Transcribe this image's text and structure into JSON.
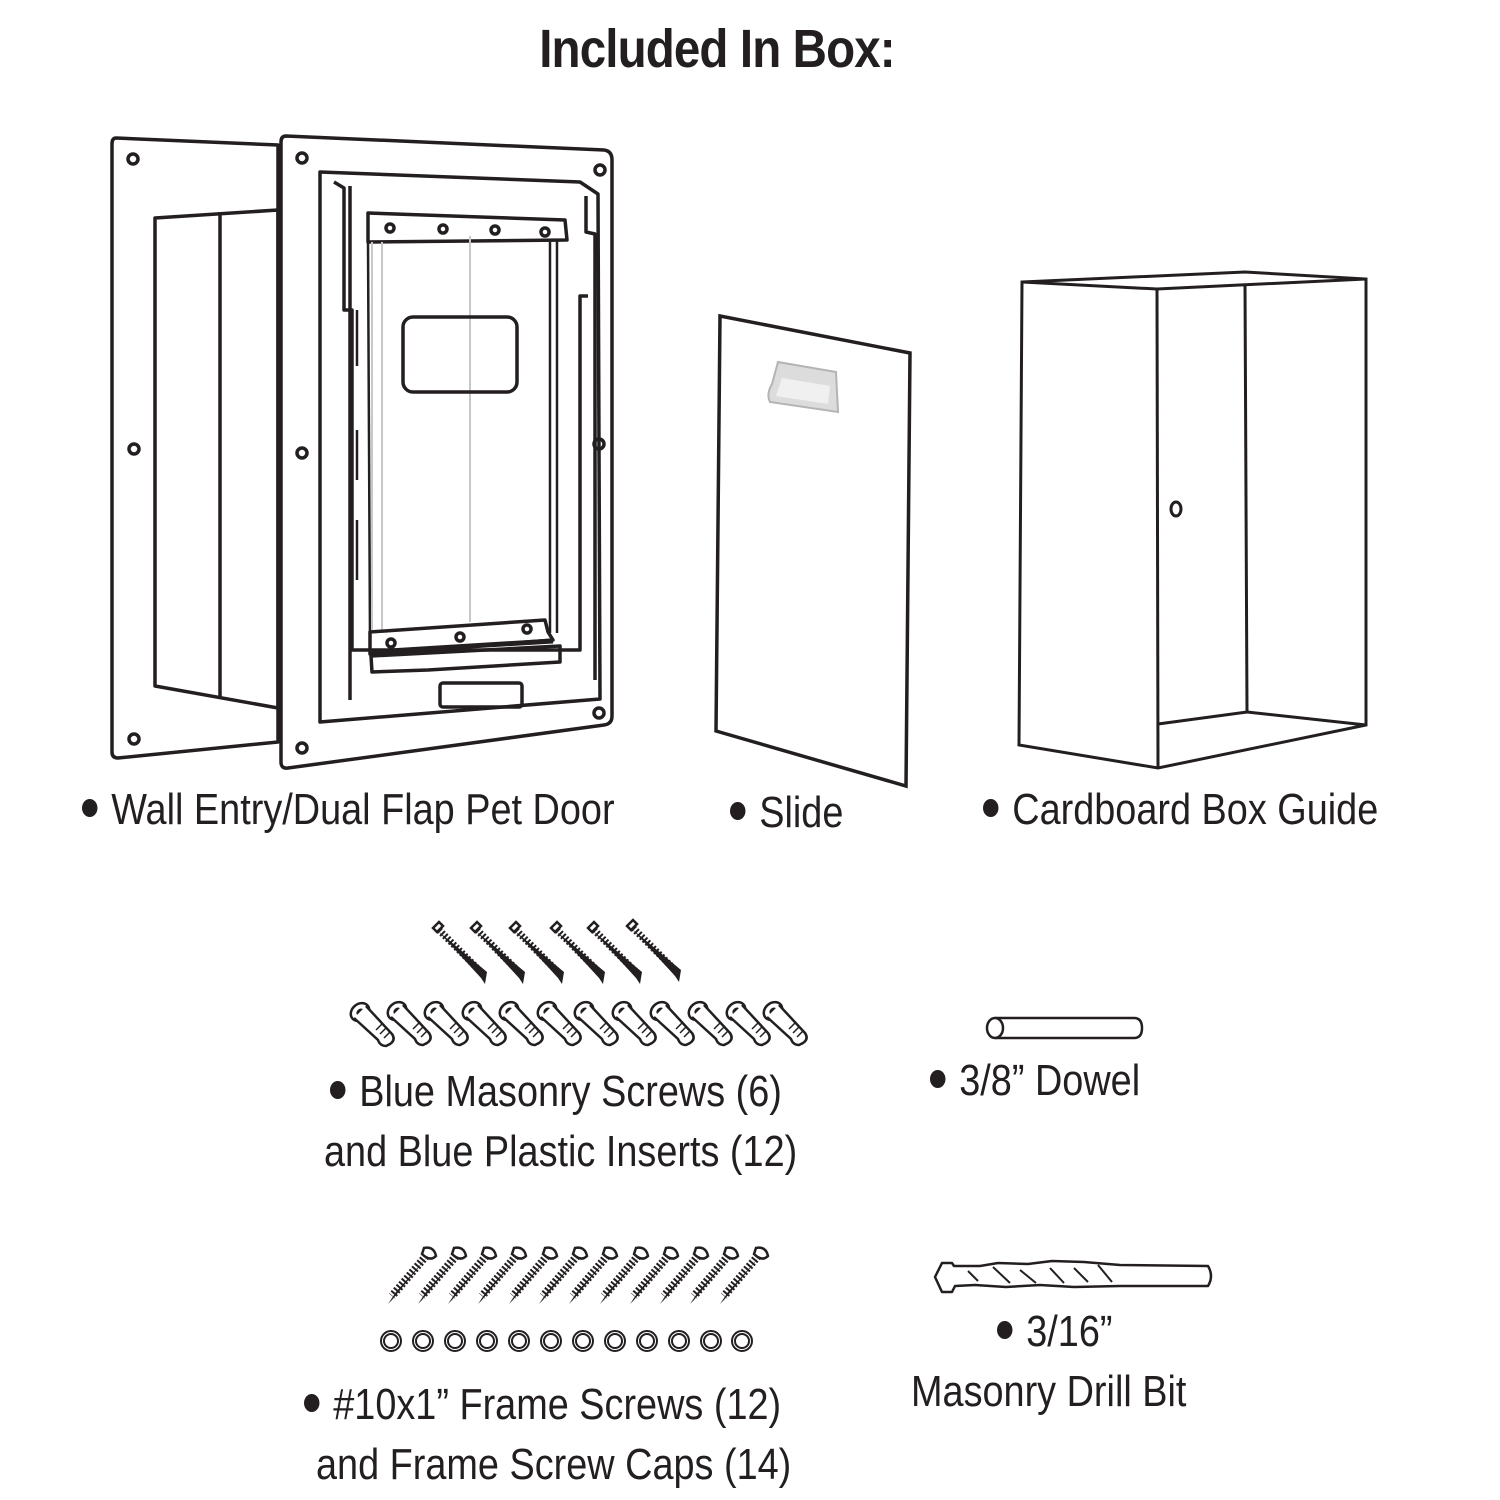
{
  "title": "Included In Box:",
  "colors": {
    "ink": "#231f20",
    "background": "#ffffff",
    "hardware_gray": "#c8c8c8"
  },
  "items": {
    "pet_door": {
      "label": "Wall Entry/Dual Flap Pet Door",
      "icon": "pet-door-illustration"
    },
    "slide": {
      "label": "Slide",
      "icon": "slide-panel-illustration"
    },
    "box_guide": {
      "label": "Cardboard Box Guide",
      "icon": "cardboard-box-illustration"
    },
    "masonry": {
      "line1": "Blue Masonry Screws (6)",
      "line2": "and Blue Plastic Inserts (12)",
      "screw_count": 6,
      "insert_count": 12,
      "icon": "masonry-screws-and-inserts-illustration"
    },
    "dowel": {
      "label": "3/8” Dowel",
      "icon": "dowel-illustration"
    },
    "frame": {
      "line1": "#10x1” Frame Screws (12)",
      "line2": "and Frame Screw Caps (14)",
      "screw_count": 12,
      "cap_count_shown": 12,
      "icon": "frame-screws-and-caps-illustration"
    },
    "drill_bit": {
      "line1": "3/16”",
      "line2": "Masonry Drill Bit",
      "icon": "drill-bit-illustration"
    }
  }
}
